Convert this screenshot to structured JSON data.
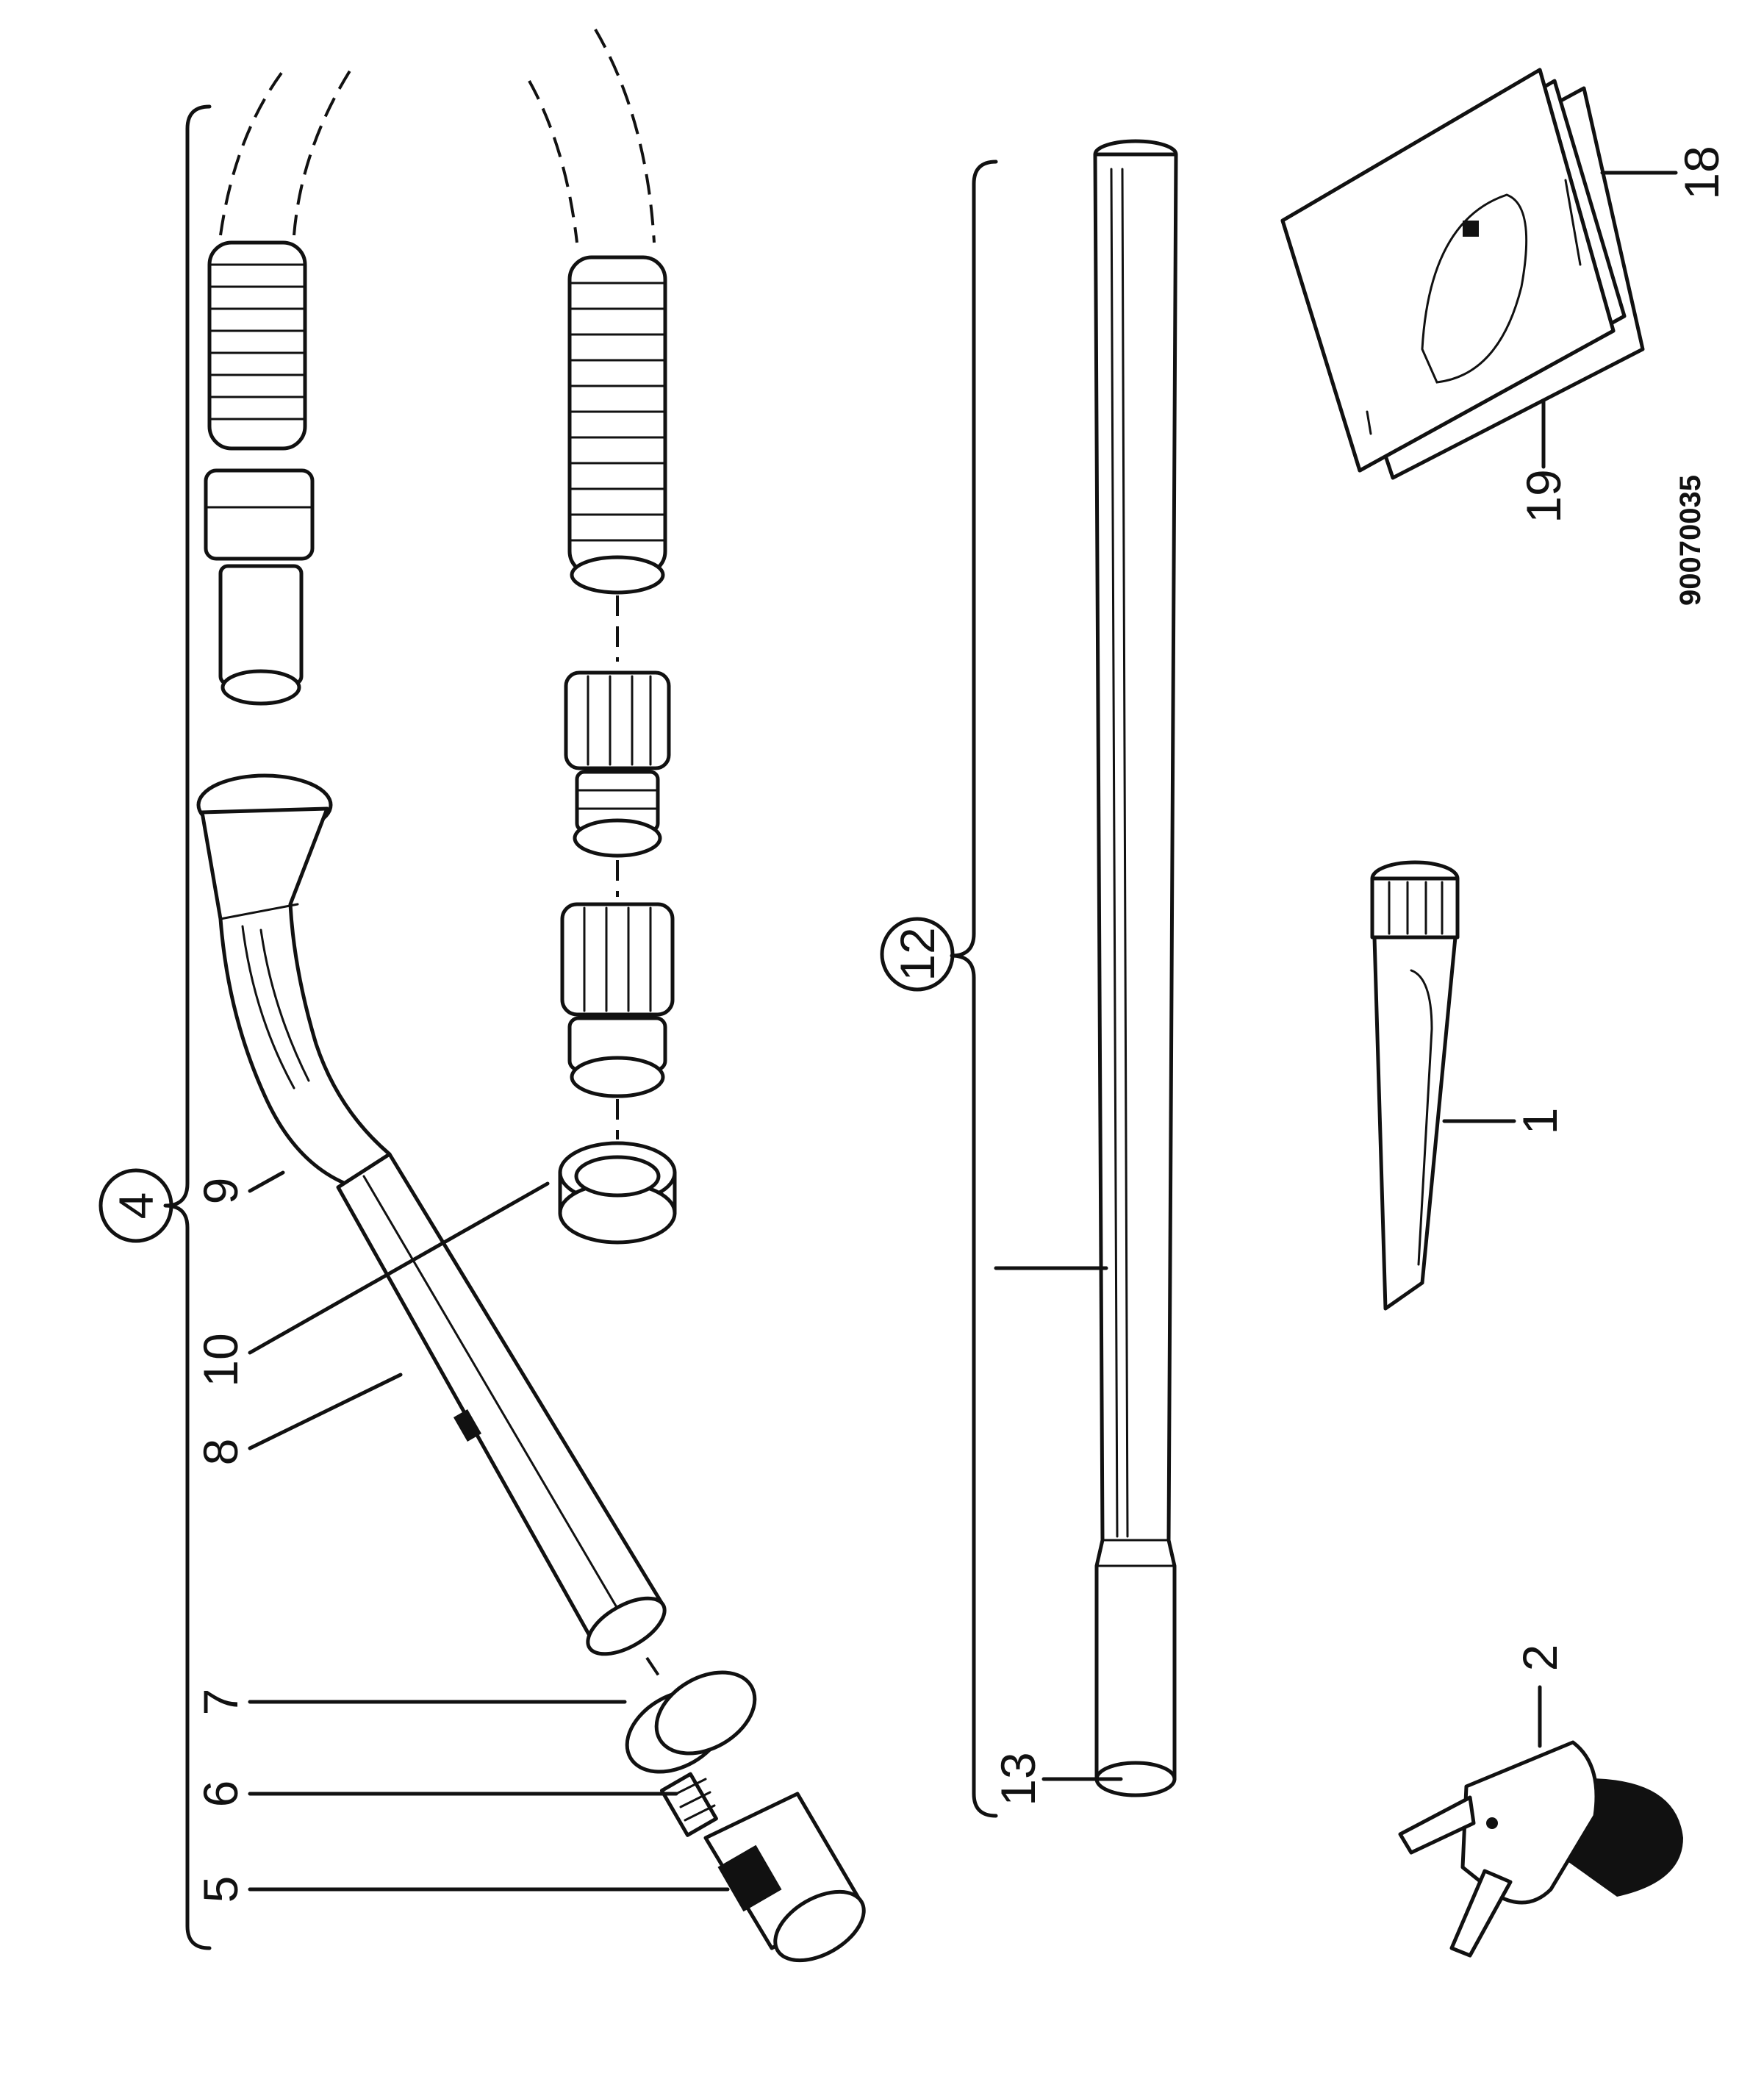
{
  "figure_id": "90070035",
  "assembly_labels": {
    "hose_assembly": "4",
    "tube_assembly": "12"
  },
  "part_labels": {
    "crevice_nozzle": "1",
    "dusting_brush": "2",
    "swivel_end": "5",
    "part_6": "6",
    "ring_7": "7",
    "handle_tube": "8",
    "handle_grip": "9",
    "ring_10": "10",
    "extension_tube": "13",
    "manual_18": "18",
    "manual_19": "19"
  },
  "colors": {
    "ink": "#111111",
    "paper": "#ffffff"
  }
}
